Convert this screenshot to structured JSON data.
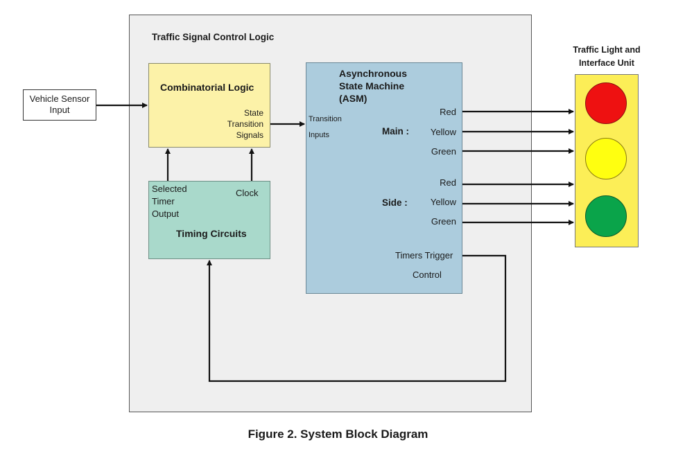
{
  "diagram": {
    "container_title": "Traffic Signal Control Logic",
    "caption": "Figure 2. System Block Diagram",
    "sensor": {
      "line1": "Vehicle Sensor",
      "line2": "Input"
    },
    "combinatorial": {
      "title": "Combinatorial Logic",
      "output_label_lines": [
        "State",
        "Transition",
        "Signals"
      ]
    },
    "timing": {
      "title": "Timing Circuits",
      "selected_lines": [
        "Selected",
        "Timer",
        "Output"
      ],
      "clock": "Clock"
    },
    "asm": {
      "title_lines": [
        "Asynchronous",
        "State Machine",
        "(ASM)"
      ],
      "input_lines": [
        "Transition",
        "Inputs"
      ],
      "main_label": "Main :",
      "side_label": "Side :",
      "main_signals": [
        "Red",
        "Yellow",
        "Green"
      ],
      "side_signals": [
        "Red",
        "Yellow",
        "Green"
      ],
      "timers_trigger": "Timers Trigger",
      "control": "Control"
    },
    "traffic_light": {
      "title_lines": [
        "Traffic Light and",
        "Interface Unit"
      ],
      "lamps": [
        {
          "name": "red",
          "color": "#ee1111"
        },
        {
          "name": "yellow",
          "color": "#ffff10"
        },
        {
          "name": "green",
          "color": "#0aa44a"
        }
      ]
    },
    "colors": {
      "container": "#efefef",
      "combinatorial": "#fcf2a8",
      "timing": "#a9d9cb",
      "asm": "#acccdd",
      "traffic_light_body": "#fcee57"
    }
  }
}
